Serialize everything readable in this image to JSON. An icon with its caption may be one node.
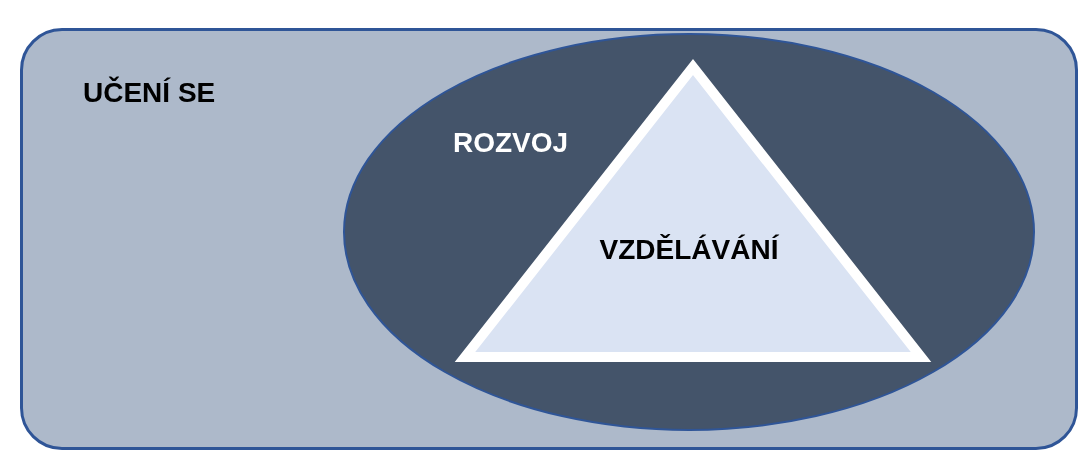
{
  "diagram": {
    "nodes": [
      {
        "text": [
          "UČENÍ SE"
        ]
      },
      {
        "text": [
          "ROZVOJ"
        ],
        "in": 0
      },
      {
        "text": [
          "VZDĚLÁVÁNÍ"
        ],
        "in": 1
      }
    ]
  }
}
